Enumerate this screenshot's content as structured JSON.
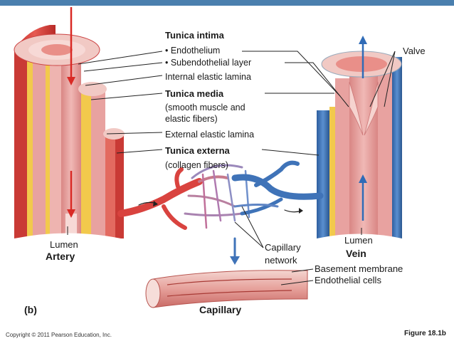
{
  "labels": {
    "tunica_intima": "Tunica intima",
    "endothelium": "• Endothelium",
    "subendothelial": "• Subendothelial layer",
    "internal_elastic": "Internal elastic lamina",
    "tunica_media": "Tunica media",
    "tunica_media_desc1": "(smooth muscle and",
    "tunica_media_desc2": "elastic fibers)",
    "external_elastic": "External elastic lamina",
    "tunica_externa": "Tunica externa",
    "tunica_externa_desc": "(collagen fibers)",
    "valve": "Valve",
    "lumen_artery": "Lumen",
    "artery": "Artery",
    "lumen_vein": "Lumen",
    "vein": "Vein",
    "capillary_network1": "Capillary",
    "capillary_network2": "network",
    "basement_membrane": "Basement membrane",
    "endothelial_cells": "Endothelial cells",
    "capillary": "Capillary",
    "panel": "(b)"
  },
  "footer": {
    "copyright": "Copyright © 2011 Pearson Education, Inc.",
    "figure": "Figure 18.1b"
  },
  "colors": {
    "accent_bar": "#4a7fae",
    "artery_red": "#d9433f",
    "vein_blue": "#3f73b8",
    "muscle_pink": "#e8a2a0",
    "elastic_yellow": "#f2c94c"
  }
}
